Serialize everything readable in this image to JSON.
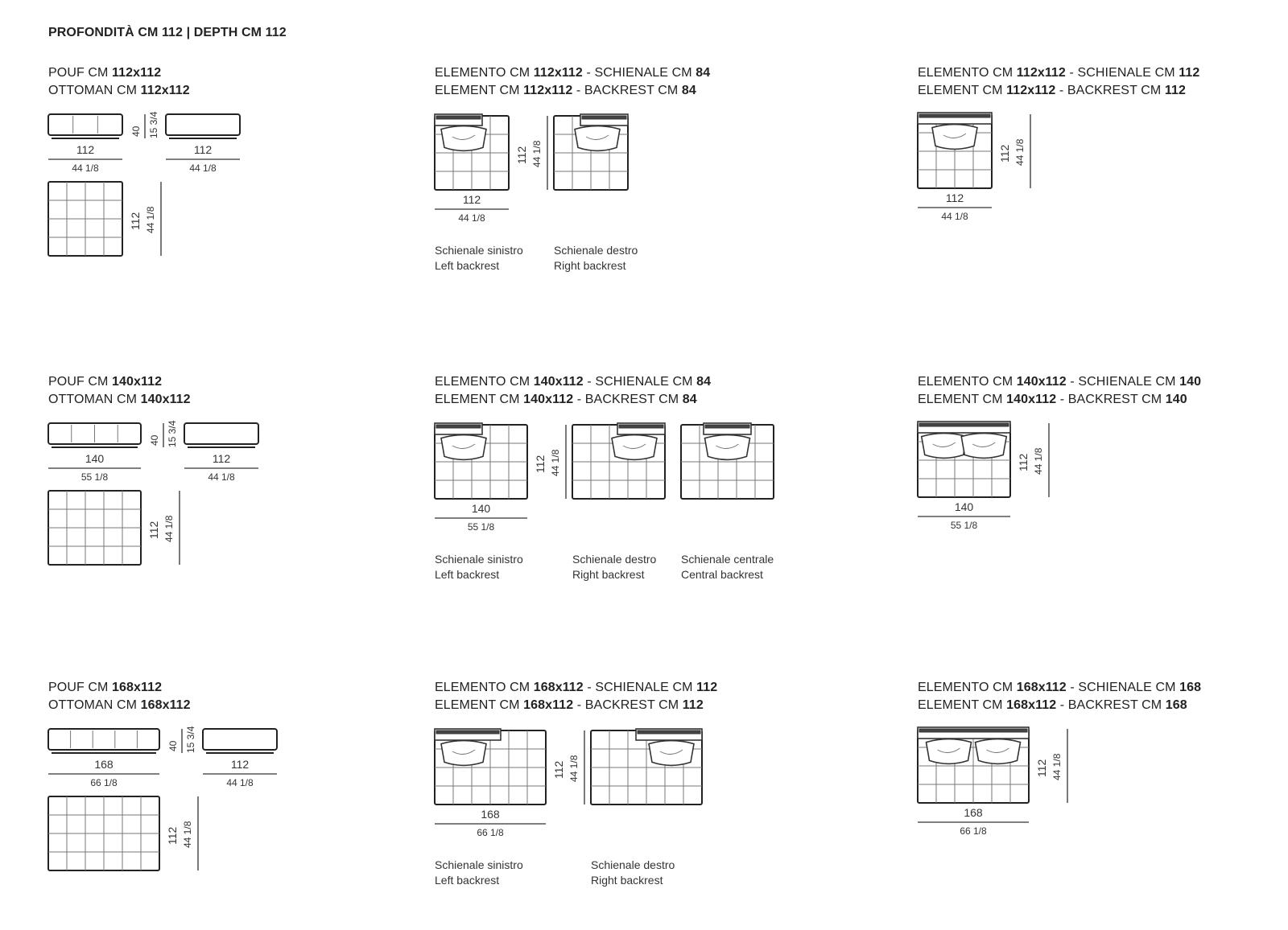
{
  "header": {
    "title": "PROFONDITÀ CM 112  |  DEPTH CM 112"
  },
  "rows": [
    {
      "pouf": {
        "title_it": [
          "POUF CM ",
          "112x112"
        ],
        "title_en": [
          "OTTOMAN CM ",
          "112x112"
        ],
        "front_w": "112",
        "front_w_in": "44 1/8",
        "front_h": "40",
        "front_h_in": "15 3/4",
        "side_w": "112",
        "side_w_in": "44 1/8",
        "top_d": "112",
        "top_d_in": "44 1/8"
      },
      "elem": {
        "title_it": [
          "ELEMENTO CM ",
          "112x112",
          " - SCHIENALE CM ",
          "84"
        ],
        "title_en": [
          "ELEMENT CM ",
          "112x112",
          " - BACKREST CM ",
          "84"
        ],
        "w": "112",
        "w_in": "44 1/8",
        "d": "112",
        "d_in": "44 1/8",
        "captions": [
          [
            "Schienale sinistro",
            "Left backrest"
          ],
          [
            "Schienale destro",
            "Right backrest"
          ]
        ]
      },
      "full": {
        "title_it": [
          "ELEMENTO CM ",
          "112x112",
          " - SCHIENALE CM ",
          "112"
        ],
        "title_en": [
          "ELEMENT CM ",
          "112x112",
          " - BACKREST CM ",
          "112"
        ],
        "w": "112",
        "w_in": "44 1/8",
        "d": "112",
        "d_in": "44 1/8"
      }
    },
    {
      "pouf": {
        "title_it": [
          "POUF CM ",
          "140x112"
        ],
        "title_en": [
          "OTTOMAN CM ",
          "140x112"
        ],
        "front_w": "140",
        "front_w_in": "55 1/8",
        "front_h": "40",
        "front_h_in": "15 3/4",
        "side_w": "112",
        "side_w_in": "44 1/8",
        "top_d": "112",
        "top_d_in": "44 1/8"
      },
      "elem": {
        "title_it": [
          "ELEMENTO CM ",
          "140x112",
          " - SCHIENALE CM ",
          "84"
        ],
        "title_en": [
          "ELEMENT CM ",
          "140x112",
          " - BACKREST CM ",
          "84"
        ],
        "w": "140",
        "w_in": "55 1/8",
        "d": "112",
        "d_in": "44 1/8",
        "captions": [
          [
            "Schienale sinistro",
            "Left backrest"
          ],
          [
            "Schienale destro",
            "Right backrest"
          ],
          [
            "Schienale centrale",
            "Central backrest"
          ]
        ]
      },
      "full": {
        "title_it": [
          "ELEMENTO CM ",
          "140x112",
          " - SCHIENALE CM ",
          "140"
        ],
        "title_en": [
          "ELEMENT CM ",
          "140x112",
          " - BACKREST CM ",
          "140"
        ],
        "w": "140",
        "w_in": "55 1/8",
        "d": "112",
        "d_in": "44 1/8"
      }
    },
    {
      "pouf": {
        "title_it": [
          "POUF CM ",
          "168x112"
        ],
        "title_en": [
          "OTTOMAN CM ",
          "168x112"
        ],
        "front_w": "168",
        "front_w_in": "66 1/8",
        "front_h": "40",
        "front_h_in": "15 3/4",
        "side_w": "112",
        "side_w_in": "44 1/8",
        "top_d": "112",
        "top_d_in": "44 1/8"
      },
      "elem": {
        "title_it": [
          "ELEMENTO CM ",
          "168x112",
          " - SCHIENALE CM ",
          "112"
        ],
        "title_en": [
          "ELEMENT CM ",
          "168x112",
          " - BACKREST CM ",
          "112"
        ],
        "w": "168",
        "w_in": "66 1/8",
        "d": "112",
        "d_in": "44 1/8",
        "captions": [
          [
            "Schienale sinistro",
            "Left backrest"
          ],
          [
            "Schienale destro",
            "Right backrest"
          ]
        ]
      },
      "full": {
        "title_it": [
          "ELEMENTO CM ",
          "168x112",
          " - SCHIENALE CM ",
          "168"
        ],
        "title_en": [
          "ELEMENT CM ",
          "168x112",
          " - BACKREST CM ",
          "168"
        ],
        "w": "168",
        "w_in": "66 1/8",
        "d": "112",
        "d_in": "44 1/8"
      }
    }
  ]
}
